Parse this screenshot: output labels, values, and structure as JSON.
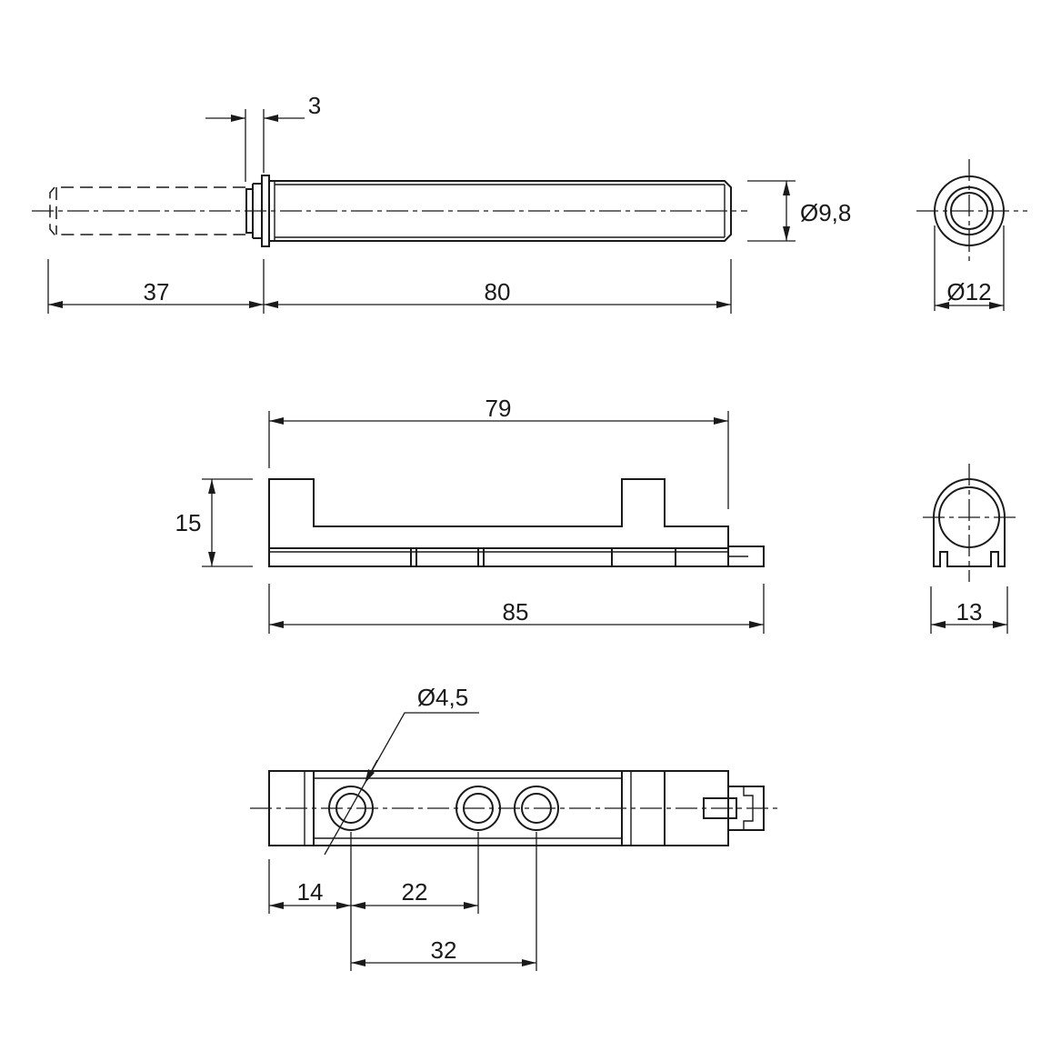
{
  "colors": {
    "line": "#1a1a1a",
    "background": "#ffffff"
  },
  "dimensions": {
    "flange_thickness": "3",
    "rod_extension": "37",
    "body_length": "80",
    "body_diameter": "Ø9,8",
    "end_diameter": "Ø12",
    "base_inner_length": "79",
    "base_height": "15",
    "base_total_length": "85",
    "base_end_width": "13",
    "hole_diameter": "Ø4,5",
    "hole_offset": "14",
    "hole_pitch_1": "22",
    "hole_pitch_2": "32"
  }
}
